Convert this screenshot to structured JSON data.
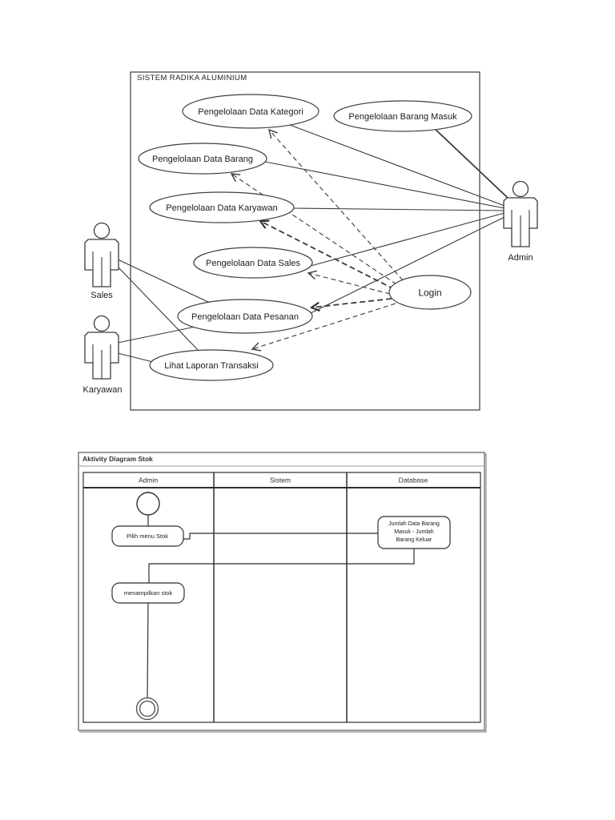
{
  "colors": {
    "ink": "#3a3a3a",
    "ink_dark": "#2f2f2f",
    "frame_gray": "#666666",
    "shadow_gray": "#a8a8a8",
    "text": "#1c1c1c"
  },
  "usecase_diagram": {
    "title": "SISTEM RADIKA ALUMINIUM",
    "actors": [
      {
        "label": "Sales"
      },
      {
        "label": "Karyawan"
      },
      {
        "label": "Admin"
      }
    ],
    "cases": [
      {
        "label": "Pengelolaan Data Kategori"
      },
      {
        "label": "Pengelolaan Barang Masuk"
      },
      {
        "label": "Pengelolaan Data Barang"
      },
      {
        "label": "Pengelolaan Data Karyawan"
      },
      {
        "label": "Pengelolaan Data Sales"
      },
      {
        "label": "Login"
      },
      {
        "label": "Pengelolaan Data Pesanan"
      },
      {
        "label": "Lihat Laporan Transaksi"
      }
    ]
  },
  "activity_diagram": {
    "title": "Aktivity Diagram Stok",
    "lanes": [
      {
        "label": "Admin"
      },
      {
        "label": "Sistem"
      },
      {
        "label": "Database"
      }
    ],
    "nodes": {
      "pilih": {
        "label": "Pilih menu Stok"
      },
      "jumlah": {
        "label": "Jumlah Data Barang\nMasuk - Jumlah\nBarang Keluar"
      },
      "menampilkan": {
        "label": "menampilkan stok"
      }
    }
  }
}
